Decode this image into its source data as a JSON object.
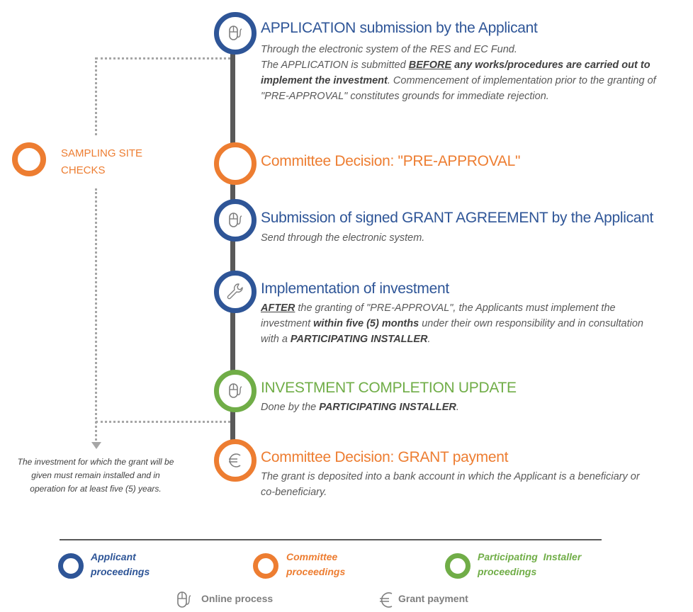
{
  "colors": {
    "applicant": "#2e5597",
    "committee": "#ed7d31",
    "installer": "#70ad47",
    "spine": "#595959",
    "dotted": "#a6a6a6"
  },
  "steps": [
    {
      "title": "APPLICATION submission by the Applicant",
      "icon": "mouse-icon",
      "role": "applicant",
      "desc_line1": "Through the electronic system of the RES and EC Fund.",
      "desc_p2_pre": "The APPLICATION is submitted ",
      "desc_p2_u": "BEFORE",
      "desc_p2_bold": " any works/procedures are carried out to implement the investment",
      "desc_p2_post": ". Commencement of implementation prior to the granting of \"PRE-APPROVAL\" constitutes grounds for immediate rejection."
    },
    {
      "title": "Committee Decision: \"PRE-APPROVAL\"",
      "icon": "none",
      "role": "committee"
    },
    {
      "title": "Submission of signed GRANT AGREEMENT by the Applicant",
      "icon": "mouse-icon",
      "role": "applicant",
      "desc": "Send through the electronic system."
    },
    {
      "title": "Implementation of investment",
      "icon": "wrench-icon",
      "role": "applicant",
      "desc_u": "AFTER",
      "desc_a": " the granting of \"PRE-APPROVAL\", the Applicants must implement the investment ",
      "desc_b": "within five (5) months",
      "desc_c": " under their own responsibility and in consultation with a ",
      "desc_d": "PARTICIPATING INSTALLER",
      "desc_e": "."
    },
    {
      "title": "INVESTMENT COMPLETION UPDATE",
      "icon": "mouse-icon",
      "role": "installer",
      "desc_a": "Done by the ",
      "desc_b": "PARTICIPATING INSTALLER",
      "desc_c": "."
    },
    {
      "title": "Committee Decision: GRANT payment",
      "icon": "euro-icon",
      "role": "committee",
      "desc": "The grant is deposited into a bank account in which the Applicant is a beneficiary or co-beneficiary."
    }
  ],
  "side": {
    "label_line1": "SAMPLING SITE",
    "label_line2": "CHECKS",
    "note_line1": "The investment for which the grant will be",
    "note_line2": "given must remain installed and in",
    "note_line3": "operation for at least five (5) years."
  },
  "legend": {
    "applicant_line1": "Applicant",
    "applicant_line2": "proceedings",
    "committee_line1": "Committee",
    "committee_line2": "proceedings",
    "installer_line1": "Participating  Installer",
    "installer_line2": "proceedings",
    "online_label": "Online process",
    "grant_label": "Grant payment"
  }
}
